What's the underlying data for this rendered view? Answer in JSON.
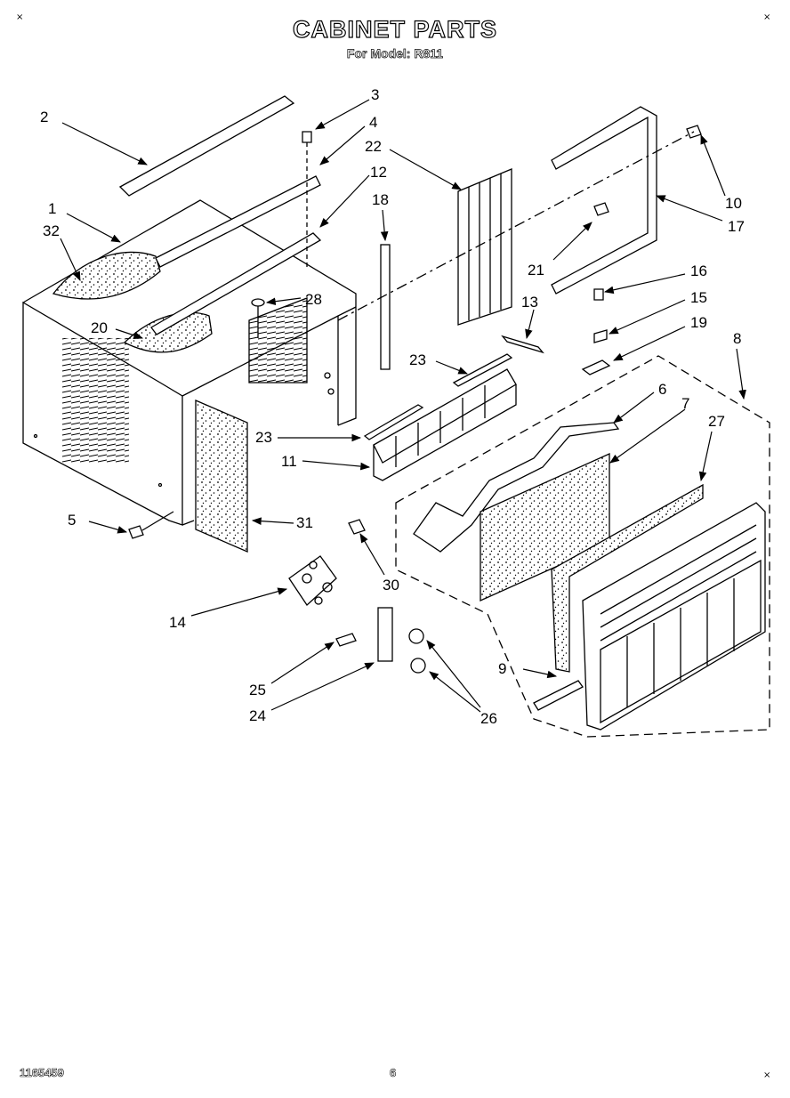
{
  "header": {
    "title": "CABINET PARTS",
    "subtitle": "For Model: R811"
  },
  "footer": {
    "doc_number": "1165459",
    "page": "6"
  },
  "part_labels": [
    {
      "id": "p2",
      "text": "2"
    },
    {
      "id": "p3",
      "text": "3"
    },
    {
      "id": "p4",
      "text": "4"
    },
    {
      "id": "p22",
      "text": "22"
    },
    {
      "id": "p12",
      "text": "12"
    },
    {
      "id": "p18",
      "text": "18"
    },
    {
      "id": "p10",
      "text": "10"
    },
    {
      "id": "p17",
      "text": "17"
    },
    {
      "id": "p1",
      "text": "1"
    },
    {
      "id": "p32",
      "text": "32"
    },
    {
      "id": "p21",
      "text": "21"
    },
    {
      "id": "p16",
      "text": "16"
    },
    {
      "id": "p28",
      "text": "28"
    },
    {
      "id": "p13",
      "text": "13"
    },
    {
      "id": "p15",
      "text": "15"
    },
    {
      "id": "p20",
      "text": "20"
    },
    {
      "id": "p19",
      "text": "19"
    },
    {
      "id": "p8",
      "text": "8"
    },
    {
      "id": "p23a",
      "text": "23"
    },
    {
      "id": "p6",
      "text": "6"
    },
    {
      "id": "p7",
      "text": "7"
    },
    {
      "id": "p23b",
      "text": "23"
    },
    {
      "id": "p27",
      "text": "27"
    },
    {
      "id": "p11",
      "text": "11"
    },
    {
      "id": "p5",
      "text": "5"
    },
    {
      "id": "p31",
      "text": "31"
    },
    {
      "id": "p30",
      "text": "30"
    },
    {
      "id": "p14",
      "text": "14"
    },
    {
      "id": "p9",
      "text": "9"
    },
    {
      "id": "p25",
      "text": "25"
    },
    {
      "id": "p24",
      "text": "24"
    },
    {
      "id": "p26",
      "text": "26"
    }
  ]
}
